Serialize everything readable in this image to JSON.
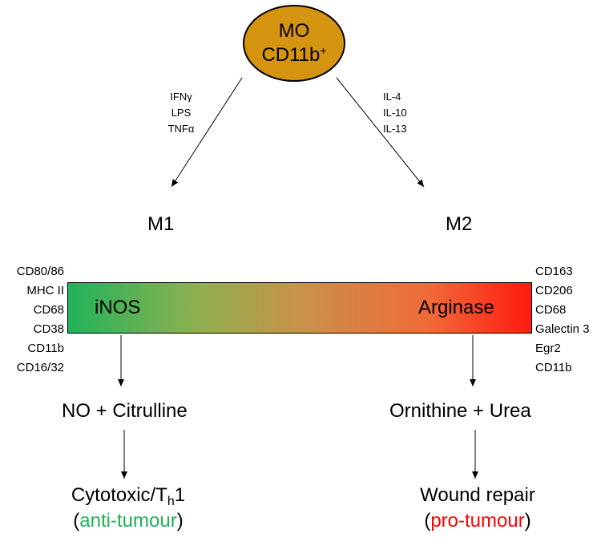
{
  "top_node": {
    "line1": "MO",
    "line2": "CD11b",
    "line2_sup": "+",
    "fill": "#d4940f"
  },
  "left_branch": {
    "stimuli": [
      "IFNγ",
      "LPS",
      "TNFα"
    ],
    "title": "M1",
    "markers": [
      "CD80/86",
      "MHC II",
      "CD68",
      "CD38",
      "CD11b",
      "CD16/32"
    ],
    "enzyme": "iNOS",
    "product": "NO + Citrulline",
    "outcome_prefix": "Cytotoxic/T",
    "outcome_sub": "h",
    "outcome_suffix": "1",
    "paren_open": "(",
    "label": "anti-tumour",
    "paren_close": ")",
    "label_color": "#1fb25a"
  },
  "right_branch": {
    "stimuli": [
      "IL-4",
      "IL-10",
      "IL-13"
    ],
    "title": "M2",
    "markers": [
      "CD163",
      "CD206",
      "CD68",
      "Galectin 3",
      "Egr2",
      "CD11b"
    ],
    "enzyme": "Arginase",
    "product": "Ornithine + Urea",
    "outcome": "Wound repair",
    "paren_open": "(",
    "label": "pro-tumour",
    "paren_close": ")",
    "label_color": "#ff0000"
  },
  "gradient_colors": [
    "#22b25a",
    "#ff1a10"
  ]
}
